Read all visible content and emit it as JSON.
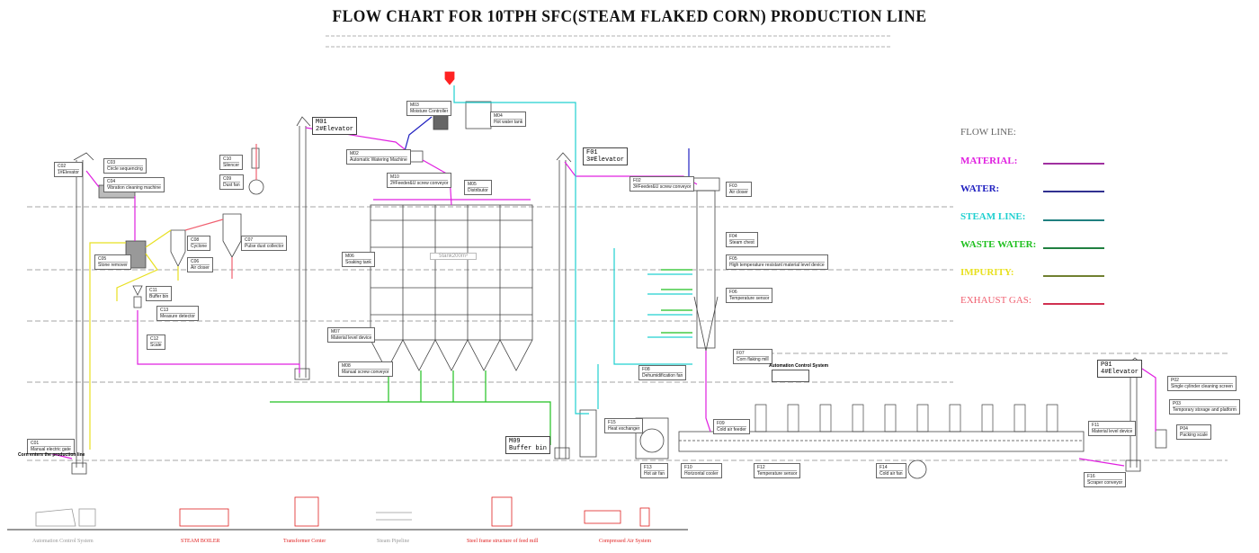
{
  "title": "FLOW CHART FOR 10TPH SFC(STEAM FLAKED CORN) PRODUCTION LINE",
  "legend": {
    "heading": "FLOW LINE:",
    "items": [
      {
        "label": "MATERIAL:",
        "color": "#e020e0"
      },
      {
        "label": "WATER:",
        "color": "#2020c0"
      },
      {
        "label": "STEAM LINE:",
        "color": "#20d0d0"
      },
      {
        "label": "WASTE WATER:",
        "color": "#20c020"
      },
      {
        "label": "IMPURITY:",
        "color": "#e8e020"
      },
      {
        "label": "EXHAUST GAS:",
        "color": "#f06070"
      }
    ]
  },
  "equipment": {
    "C01": {
      "code": "C01",
      "label": "Manual electric gate"
    },
    "C02": {
      "code": "C02",
      "label": "1#Elevator"
    },
    "C03": {
      "code": "C03",
      "label": "Circle sequencing"
    },
    "C04": {
      "code": "C04",
      "label": "Vibration cleaning machine"
    },
    "C05": {
      "code": "C05",
      "label": "Stone remover"
    },
    "C06": {
      "code": "C06",
      "label": "Air closer"
    },
    "C07": {
      "code": "C07",
      "label": "Pulse dust collector"
    },
    "C08": {
      "code": "C08",
      "label": "Cyclone"
    },
    "C09": {
      "code": "C09",
      "label": "Dust fan"
    },
    "C10": {
      "code": "C10",
      "label": "Silencer"
    },
    "C11": {
      "code": "C11",
      "label": "Buffer bin"
    },
    "C12": {
      "code": "C12",
      "label": "Scale"
    },
    "C13": {
      "code": "C13",
      "label": "Measure detector"
    },
    "M01": {
      "code": "M01",
      "label": "2#Elevator"
    },
    "M02": {
      "code": "M02",
      "label": "Automatic Watering Machine"
    },
    "M03": {
      "code": "M03",
      "label": "Moisture Controller"
    },
    "M04": {
      "code": "M04",
      "label": "Hot water tank"
    },
    "M05": {
      "code": "M05",
      "label": "Distributor"
    },
    "M06": {
      "code": "M06",
      "label": "Soaking tank"
    },
    "M07": {
      "code": "M07",
      "label": "Material level device"
    },
    "M08": {
      "code": "M08",
      "label": "Manual screw conveyor"
    },
    "M09": {
      "code": "M09",
      "label": "Buffer bin"
    },
    "M10": {
      "code": "M10",
      "label": "2#Feeder&U screw conveyor"
    },
    "F01": {
      "code": "F01",
      "label": "3#Elevator"
    },
    "F02": {
      "code": "F02",
      "label": "3#Feeder&U screw conveyor"
    },
    "F03": {
      "code": "F03",
      "label": "Air closer"
    },
    "F04": {
      "code": "F04",
      "label": "Steam chest"
    },
    "F05": {
      "code": "F05",
      "label": "High temperature resistant material level device"
    },
    "F06": {
      "code": "F06",
      "label": "Temperature sensor"
    },
    "F07": {
      "code": "F07",
      "label": "Corn flaking mill"
    },
    "F08": {
      "code": "F08",
      "label": "Dehumidification fan"
    },
    "F09": {
      "code": "F09",
      "label": "Cold air feeder"
    },
    "F10": {
      "code": "F10",
      "label": "Horizontal cooler"
    },
    "F11": {
      "code": "F11",
      "label": "Material level device"
    },
    "F12": {
      "code": "F12",
      "label": "Temperature sensor"
    },
    "F13": {
      "code": "F13",
      "label": "Hot air fan"
    },
    "F14": {
      "code": "F14",
      "label": "Cold air fan"
    },
    "F15": {
      "code": "F15",
      "label": "Heat exchanger"
    },
    "F16": {
      "code": "F16",
      "label": "Scraper conveyor"
    },
    "P01": {
      "code": "P01",
      "label": "4#Elevator"
    },
    "P02": {
      "code": "P02",
      "label": "Single cylinder cleaning screen"
    },
    "P03": {
      "code": "P03",
      "label": "Temporary storage and platform"
    },
    "P04": {
      "code": "P04",
      "label": "Packing scale"
    }
  },
  "big_tags": {
    "M01": "2#Elevator",
    "F01": "3#Elevator",
    "P01": "4#Elevator",
    "M09": "Buffer bin"
  },
  "silo_label": "5tank200m³",
  "automation_label": "Automation Control System",
  "corn_note": "Corn enters the production line",
  "footer": [
    {
      "label": "Automation Control System",
      "color": "#999999"
    },
    {
      "label": "STEAM BOILER",
      "color": "#e02020"
    },
    {
      "label": "Transformer Center",
      "color": "#e02020"
    },
    {
      "label": "Steam Pipeline",
      "color": "#999999"
    },
    {
      "label": "Steel frame structure of feed mill",
      "color": "#e02020"
    },
    {
      "label": "Compressed Air System",
      "color": "#e02020"
    }
  ]
}
